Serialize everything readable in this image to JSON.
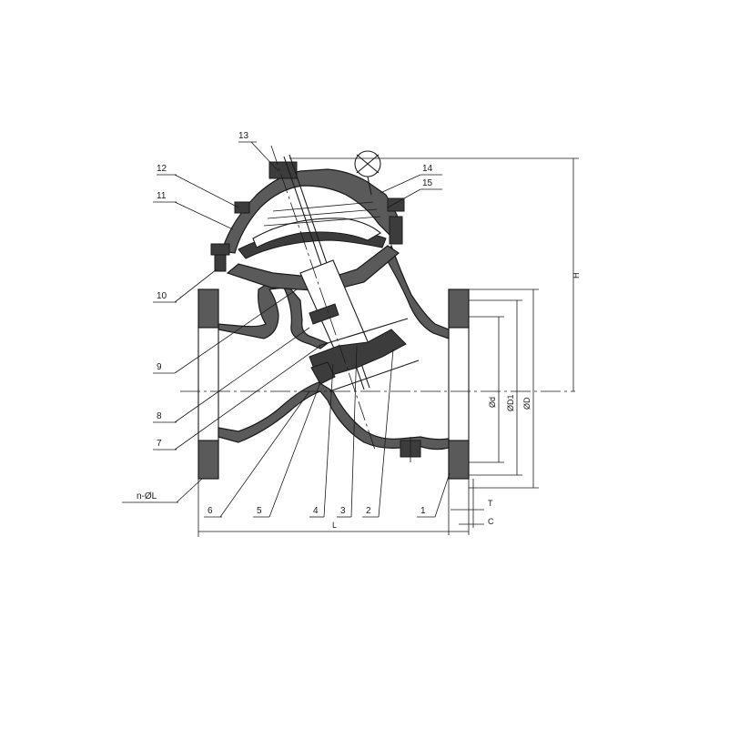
{
  "callouts": [
    "1",
    "2",
    "3",
    "4",
    "5",
    "6",
    "7",
    "8",
    "9",
    "10",
    "11",
    "12",
    "13",
    "14",
    "15"
  ],
  "flange_label": "n-ØL",
  "dimensions": {
    "length": "L",
    "height": "H",
    "bore": "Ød",
    "bolt_circle": "ØD1",
    "flange_dia": "ØD",
    "thickness": "T",
    "raised_face": "C"
  }
}
